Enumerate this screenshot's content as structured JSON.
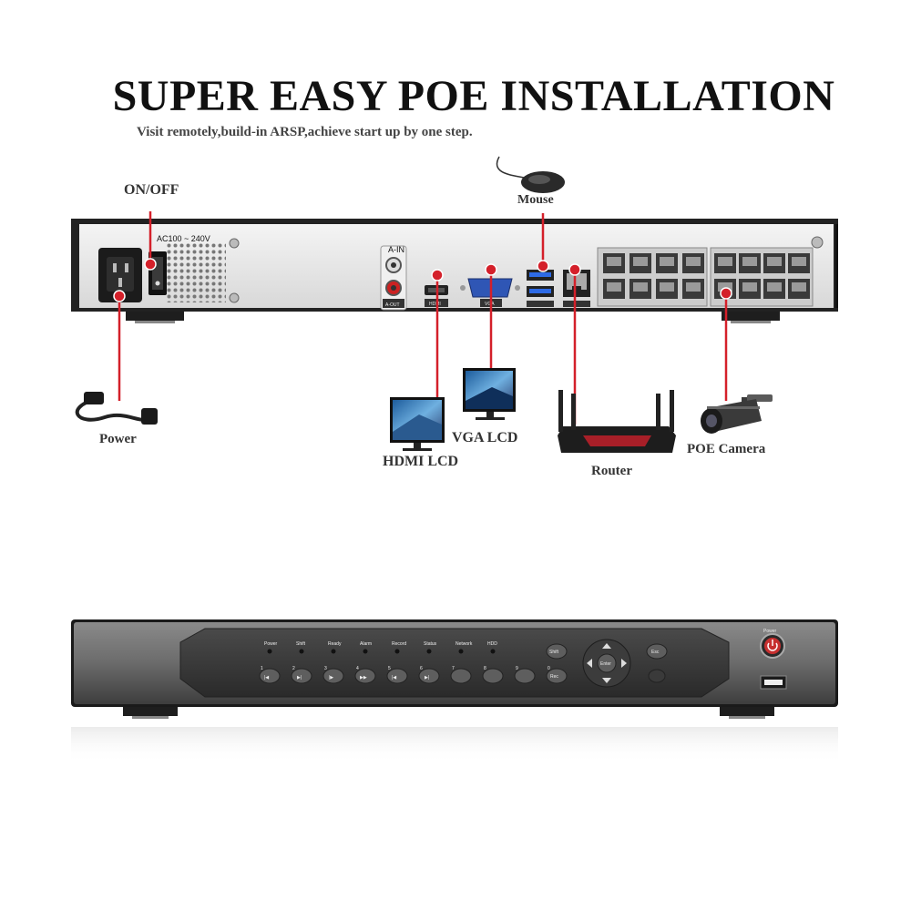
{
  "title": "SUPER EASY POE INSTALLATION",
  "subtitle": "Visit remotely,build-in ARSP,achieve start up by one step.",
  "labels": {
    "on_off": "ON/OFF",
    "mouse": "Mouse",
    "power": "Power",
    "vga_lcd": "VGA LCD",
    "hdmi_lcd": "HDMI LCD",
    "router": "Router",
    "poe_camera": "POE Camera"
  },
  "rear_panel": {
    "voltage": "AC100 ~ 240V",
    "a_in": "A-IN",
    "a_out": "A-OUT",
    "hdmi": "HDMI",
    "vga": "VGA"
  },
  "front_panel": {
    "indicators": [
      "Power",
      "Shift",
      "Ready",
      "Alarm",
      "Record",
      "Status",
      "Network",
      "HDD"
    ],
    "numbers": [
      "1",
      "2",
      "3",
      "4",
      "5",
      "6",
      "7",
      "8",
      "9",
      "0"
    ],
    "shift_button": "Shift",
    "rec_button": "Rec",
    "enter_button": "Enter",
    "esc_button": "Esc",
    "power_label": "Power"
  },
  "colors": {
    "accent": "#d4202a",
    "chassis": "#2b2b2b",
    "panel": "#e9e9e9"
  }
}
